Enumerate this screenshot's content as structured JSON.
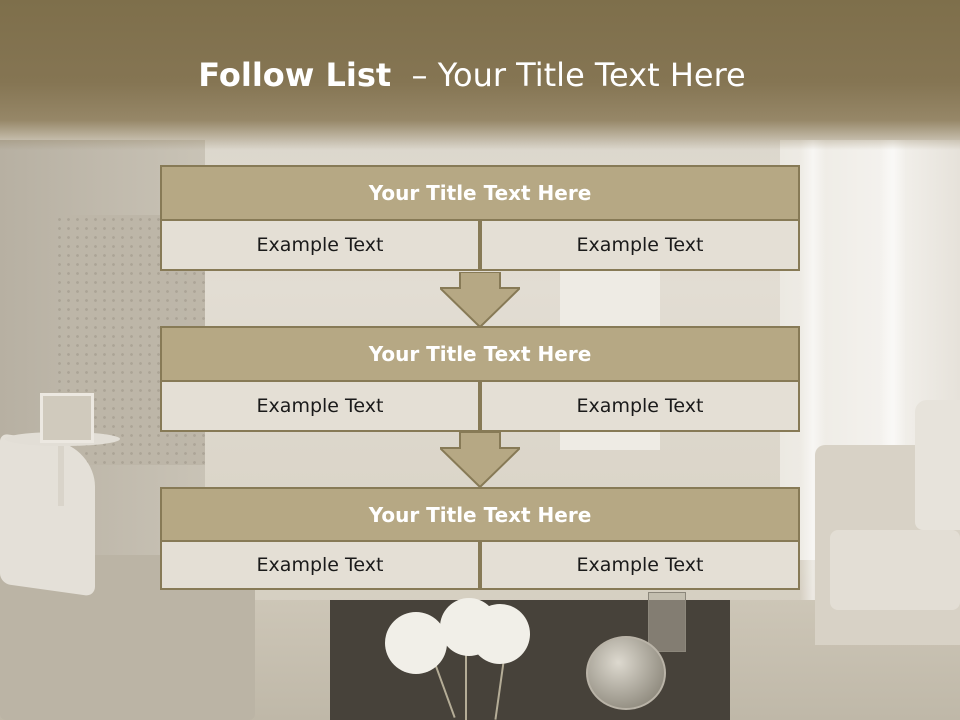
{
  "slide": {
    "title_bold": "Follow List",
    "title_rest": "  – Your Title Text Here"
  },
  "blocks": [
    {
      "title": "Your Title Text Here",
      "cells": [
        "Example Text",
        "Example Text"
      ]
    },
    {
      "title": "Your Title Text Here",
      "cells": [
        "Example Text",
        "Example Text"
      ]
    },
    {
      "title": "Your Title Text Here",
      "cells": [
        "Example Text",
        "Example Text"
      ]
    }
  ],
  "colors": {
    "header_band": "#7e6f4b",
    "block_title": "#b6a884",
    "block_border": "#877a56",
    "block_cell": "#e4dfd5",
    "arrow_fill": "#b6a884"
  }
}
